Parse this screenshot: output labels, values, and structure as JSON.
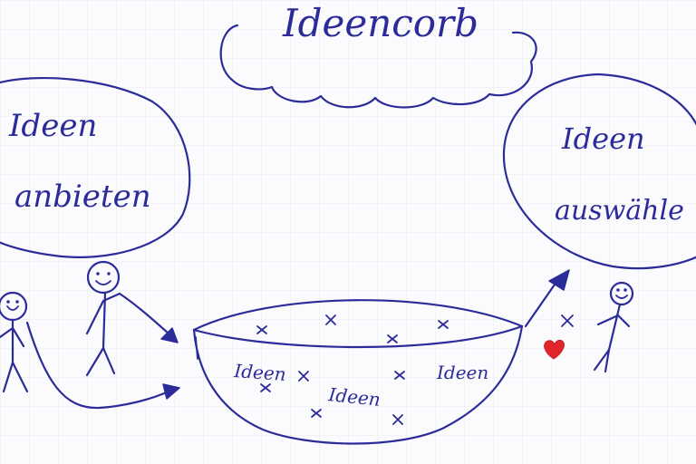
{
  "title": "Ideencorb",
  "left_bubble": {
    "line1": "Ideen",
    "line2": "anbieten"
  },
  "right_bubble": {
    "line1": "Ideen",
    "line2": "auswähle"
  },
  "basket_labels": [
    "Ideen",
    "Ideen",
    "Ideen"
  ],
  "colors": {
    "ink": "#2b2b9a",
    "heart": "#e0262b"
  }
}
